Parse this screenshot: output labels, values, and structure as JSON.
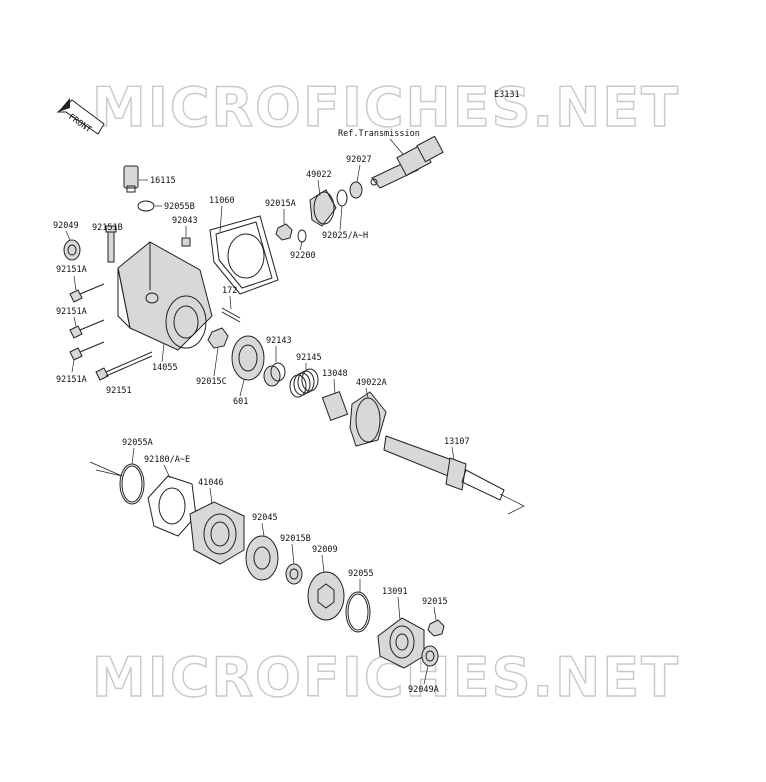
{
  "watermark": {
    "text": "MICROFICHES.NET"
  },
  "diagram_code": "E3131",
  "front_arrow": {
    "label": "FRONT"
  },
  "ref_label": "Ref.Transmission",
  "labels": {
    "p16115": "16115",
    "p92055B": "92055B",
    "p11060": "11060",
    "p92043": "92043",
    "p92049": "92049",
    "p92151B": "92151B",
    "p92151A_1": "92151A",
    "p92151A_2": "92151A",
    "p92151A_3": "92151A",
    "p92151": "92151",
    "p172": "172",
    "p14055": "14055",
    "p92015C": "92015C",
    "p601": "601",
    "p92143": "92143",
    "p92145": "92145",
    "p13048": "13048",
    "p49022A": "49022A",
    "p92015A": "92015A",
    "p92200": "92200",
    "p49022": "49022",
    "p92027": "92027",
    "p92025": "92025/A~H",
    "p13107": "13107",
    "p92055A": "92055A",
    "p92180": "92180/A~E",
    "p41046": "41046",
    "p92045": "92045",
    "p92015B": "92015B",
    "p92009": "92009",
    "p92055": "92055",
    "p13091": "13091",
    "p92015": "92015",
    "p92049A": "92049A"
  }
}
